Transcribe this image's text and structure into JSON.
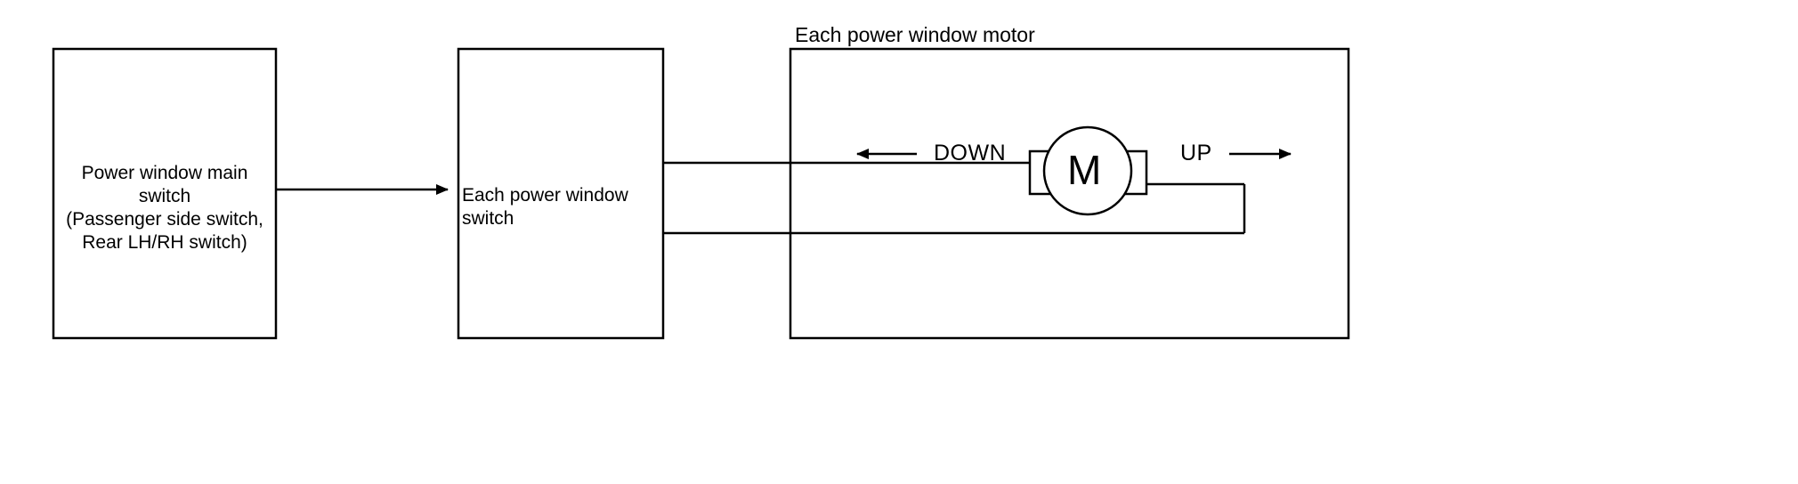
{
  "diagram": {
    "title": "Each power window motor",
    "background_color": "#ffffff",
    "line_color": "#000000",
    "blocks": [
      {
        "id": "main-switch",
        "label": "Power window main switch\n(Passenger side switch,\nRear LH/RH switch)",
        "align": "center"
      },
      {
        "id": "window-switch",
        "label": "Each power window switch",
        "align": "left"
      },
      {
        "id": "motor-enclosure",
        "label": "",
        "align": "left"
      }
    ],
    "motor": {
      "symbol": "M",
      "name": "power-window-motor"
    },
    "signals": [
      {
        "id": "down",
        "label": "DOWN",
        "direction": "left"
      },
      {
        "id": "up",
        "label": "UP",
        "direction": "right"
      }
    ]
  }
}
